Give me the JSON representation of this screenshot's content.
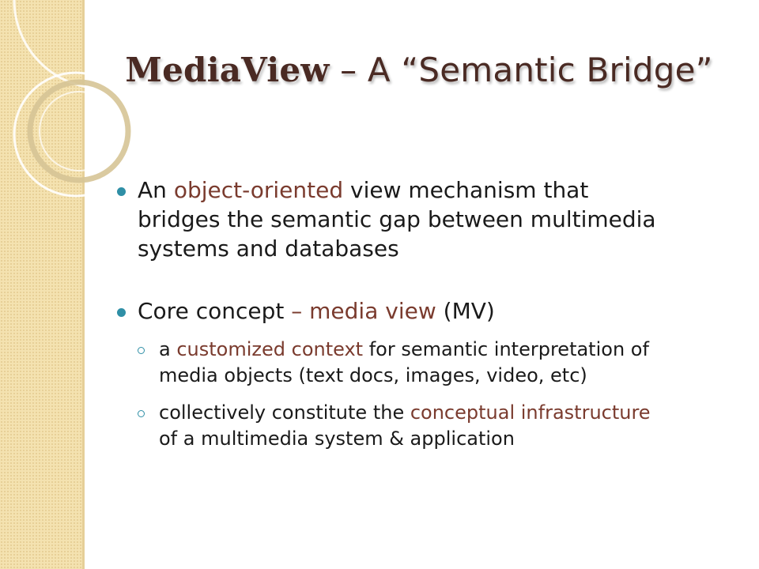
{
  "colors": {
    "band": "#f4e2b0",
    "title": "#4a2a23",
    "accent": "#7a3b2e",
    "bullet": "#2f8fa6",
    "text": "#1a1a1a"
  },
  "title": {
    "strong": "MediaView",
    "rest": " – A “Semantic Bridge”"
  },
  "bullets": [
    {
      "lines": [
        {
          "a": "An ",
          "hl": "object-oriented",
          "b": " view mechanism that"
        },
        {
          "a": "bridges the semantic gap between multimedia",
          "hl": "",
          "b": ""
        },
        {
          "a": "systems and databases",
          "hl": "",
          "b": ""
        }
      ]
    },
    {
      "lines": [
        {
          "a": "Core concept ",
          "dash": "–",
          "hl": " media view",
          "b": " (MV)"
        }
      ],
      "subs": [
        {
          "lines": [
            {
              "a": "a ",
              "hl": "customized context",
              "b": " for semantic interpretation of"
            },
            {
              "a": "media objects (text docs, images, video, etc)",
              "hl": "",
              "b": ""
            }
          ]
        },
        {
          "lines": [
            {
              "a": "collectively constitute the ",
              "hl": "conceptual infrastructure",
              "b": ""
            },
            {
              "a": "of a multimedia system & application",
              "hl": "",
              "b": ""
            }
          ]
        }
      ]
    }
  ]
}
